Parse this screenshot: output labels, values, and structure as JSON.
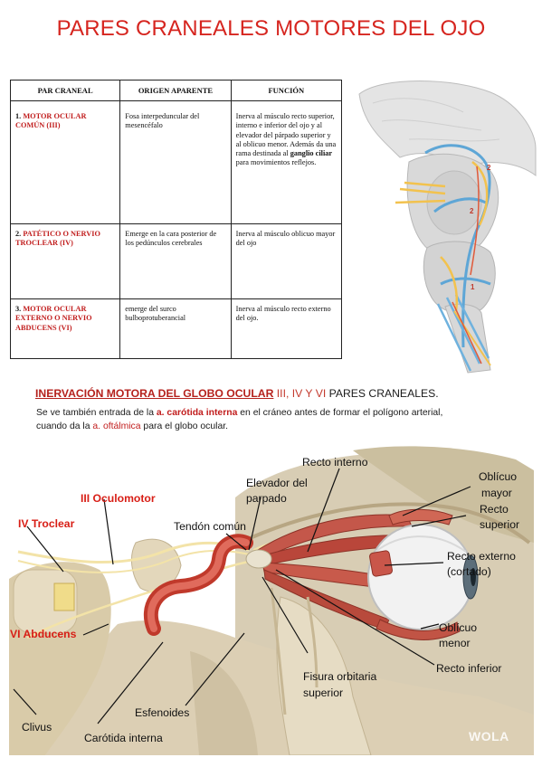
{
  "title": "PARES CRANEALES MOTORES DEL OJO",
  "table": {
    "headers": [
      "PAR CRANEAL",
      "ORIGEN APARENTE",
      "FUNCIÓN"
    ],
    "rows": [
      {
        "num": "1.",
        "name": "MOTOR OCULAR COMÚN (III)",
        "origin": "Fosa interpeduncular del mesencéfalo",
        "function_text": "Inerva al músculo recto superior, interno e inferior del ojo y al elevador del párpado superior y al oblicuo menor. Además da una rama destinada al",
        "function_bold": "ganglio ciliar",
        "function_tail": "para movimientos reflejos."
      },
      {
        "num": "2.",
        "name": "PATÉTICO O NERVIO TROCLEAR (IV)",
        "origin": "Emerge en la cara posterior de los pedúnculos cerebrales",
        "function_text": "Inerva al músculo oblicuo mayor del ojo"
      },
      {
        "num": "3.",
        "name": "MOTOR OCULAR EXTERNO O NERVIO ABDUCENS (VI)",
        "origin": "emerge del surco bulboprotuberancial",
        "function_text": "Inerva al músculo recto externo del ojo."
      }
    ]
  },
  "brainstem_figure": {
    "labels": [
      "2",
      "2",
      "1"
    ]
  },
  "section": {
    "heading_underlined": "INERVACIÓN MOTORA DEL GLOBO OCULAR",
    "heading_red": " III, IV Y VI",
    "heading_rest": " PARES CRANEALES."
  },
  "paragraph": {
    "p1_a": "Se ve también entrada de la ",
    "p1_b": "a. carótida interna",
    "p1_c": " en el cráneo antes de formar el polígono arterial,",
    "p2_a": "cuando da la ",
    "p2_b": "a. oftálmica",
    "p2_c": " para el globo ocular."
  },
  "figure_labels": {
    "recto_interno": "Recto interno",
    "elevador_1": "Elevador del",
    "elevador_2": "parpado",
    "oblicuo_mayor_1": "Oblícuo",
    "oblicuo_mayor_2": "mayor",
    "recto_superior_1": "Recto",
    "recto_superior_2": "superior",
    "oculomotor": "III Oculomotor",
    "troclear": "IV Troclear",
    "tendon_comun": "Tendón común",
    "recto_externo_1": "Recto externo",
    "recto_externo_2": "(cortado)",
    "abducens": "VI Abducens",
    "oblicuo_menor_1": "Oblícuo",
    "oblicuo_menor_2": "menor",
    "recto_inferior": "Recto inferior",
    "fisura_1": "Fisura orbitaria",
    "fisura_2": "superior",
    "esfenoides": "Esfenoides",
    "clivus": "Clivus",
    "carotida": "Carótida interna",
    "watermark": "WOLA"
  },
  "colors": {
    "title_red": "#d6251f",
    "label_red": "#d81e16"
  }
}
